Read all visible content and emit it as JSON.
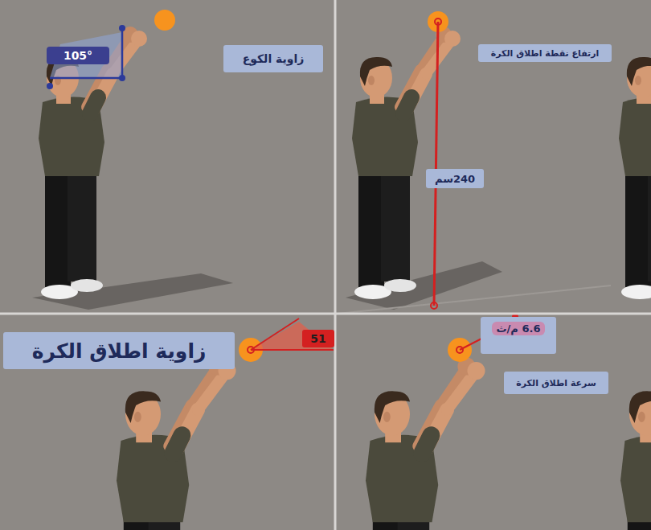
{
  "diagram": {
    "nodes": [
      {
        "text": [
          "105°"
        ]
      },
      {
        "text": [
          "زاوية الكوع"
        ]
      },
      {
        "text": [
          "ارتفاع نقطة اطلاق الكرة"
        ]
      },
      {
        "text": [
          "240سم"
        ]
      },
      {
        "text": [
          "زاوية اطلاق الكرة"
        ]
      },
      {
        "text": [
          "51"
        ]
      },
      {
        "text": [
          "6.6 م/ث"
        ]
      },
      {
        "text": [
          "سرعة اطلاق الكرة"
        ]
      }
    ]
  }
}
